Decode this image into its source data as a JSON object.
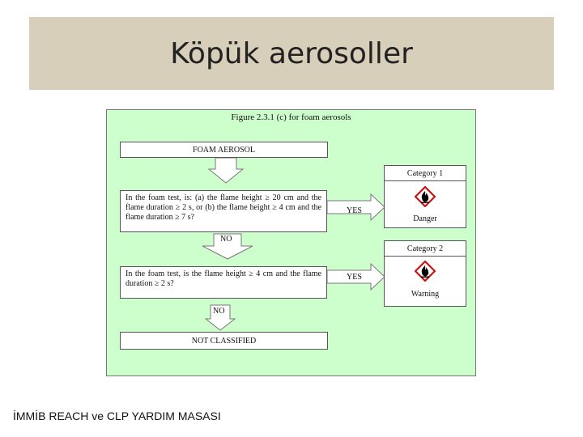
{
  "slide": {
    "title": "Köpük aerosoller"
  },
  "figure": {
    "title": "Figure 2.3.1 (c) for foam aerosols",
    "start": "FOAM AEROSOL",
    "question_1": "In the foam test, is: (a) the flame height ≥ 20 cm and the flame duration ≥ 2 s, or (b) the flame height ≥ 4 cm and the flame duration ≥ 7 s?",
    "question_2": "In the foam test, is the flame height ≥ 4 cm and the flame duration ≥ 2 s?",
    "yes_label": "YES",
    "no_label": "NO",
    "end": "NOT CLASSIFIED",
    "category_1": {
      "heading": "Category 1",
      "signal_word": "Danger",
      "icon": "flame-pictogram-icon"
    },
    "category_2": {
      "heading": "Category 2",
      "signal_word": "Warning",
      "icon": "flame-pictogram-icon"
    }
  },
  "footer": {
    "text": "İMMİB REACH ve CLP YARDIM MASASI"
  },
  "colors": {
    "title_band": "#d8cfbb",
    "figure_background": "#ccffcc",
    "pictogram_border": "#e00000"
  }
}
